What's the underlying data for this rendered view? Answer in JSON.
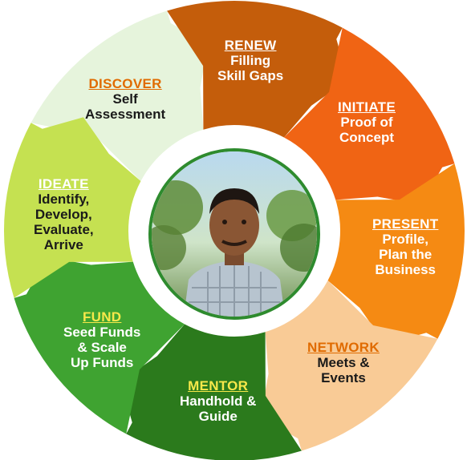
{
  "segments": [
    {
      "key": "discover",
      "heading": "DISCOVER",
      "text": [
        "Self",
        "Assessment"
      ],
      "fill": "#e6f4dc",
      "head_color": "#e06b00",
      "text_color": "#1a1a1a"
    },
    {
      "key": "renew",
      "heading": "RENEW",
      "text": [
        "Filling",
        "Skill Gaps"
      ],
      "fill": "#c45d0b",
      "head_color": "#ffffff",
      "text_color": "#ffffff"
    },
    {
      "key": "initiate",
      "heading": "INITIATE",
      "text": [
        "Proof of",
        "Concept"
      ],
      "fill": "#f06414",
      "head_color": "#ffffff",
      "text_color": "#ffffff"
    },
    {
      "key": "present",
      "heading": "PRESENT",
      "text": [
        "Profile,",
        "Plan the",
        "Business"
      ],
      "fill": "#f58a13",
      "head_color": "#ffffff",
      "text_color": "#ffffff"
    },
    {
      "key": "network",
      "heading": "NETWORK",
      "text": [
        "Meets &",
        "Events"
      ],
      "fill": "#f9cb96",
      "head_color": "#e06b00",
      "text_color": "#1a1a1a"
    },
    {
      "key": "mentor",
      "heading": "MENTOR",
      "text": [
        "Handhold &",
        "Guide"
      ],
      "fill": "#2b7a1c",
      "head_color": "#f7e84a",
      "text_color": "#ffffff"
    },
    {
      "key": "fund",
      "heading": "FUND",
      "text": [
        "Seed Funds",
        "& Scale",
        "Up Funds"
      ],
      "fill": "#3fa331",
      "head_color": "#f7e84a",
      "text_color": "#ffffff"
    },
    {
      "key": "ideate",
      "heading": "IDEATE",
      "text": [
        "Identify,",
        "Develop,",
        "Evaluate,",
        "Arrive"
      ],
      "fill": "#c5e151",
      "head_color": "#ffffff",
      "text_color": "#1a1a1a"
    }
  ]
}
